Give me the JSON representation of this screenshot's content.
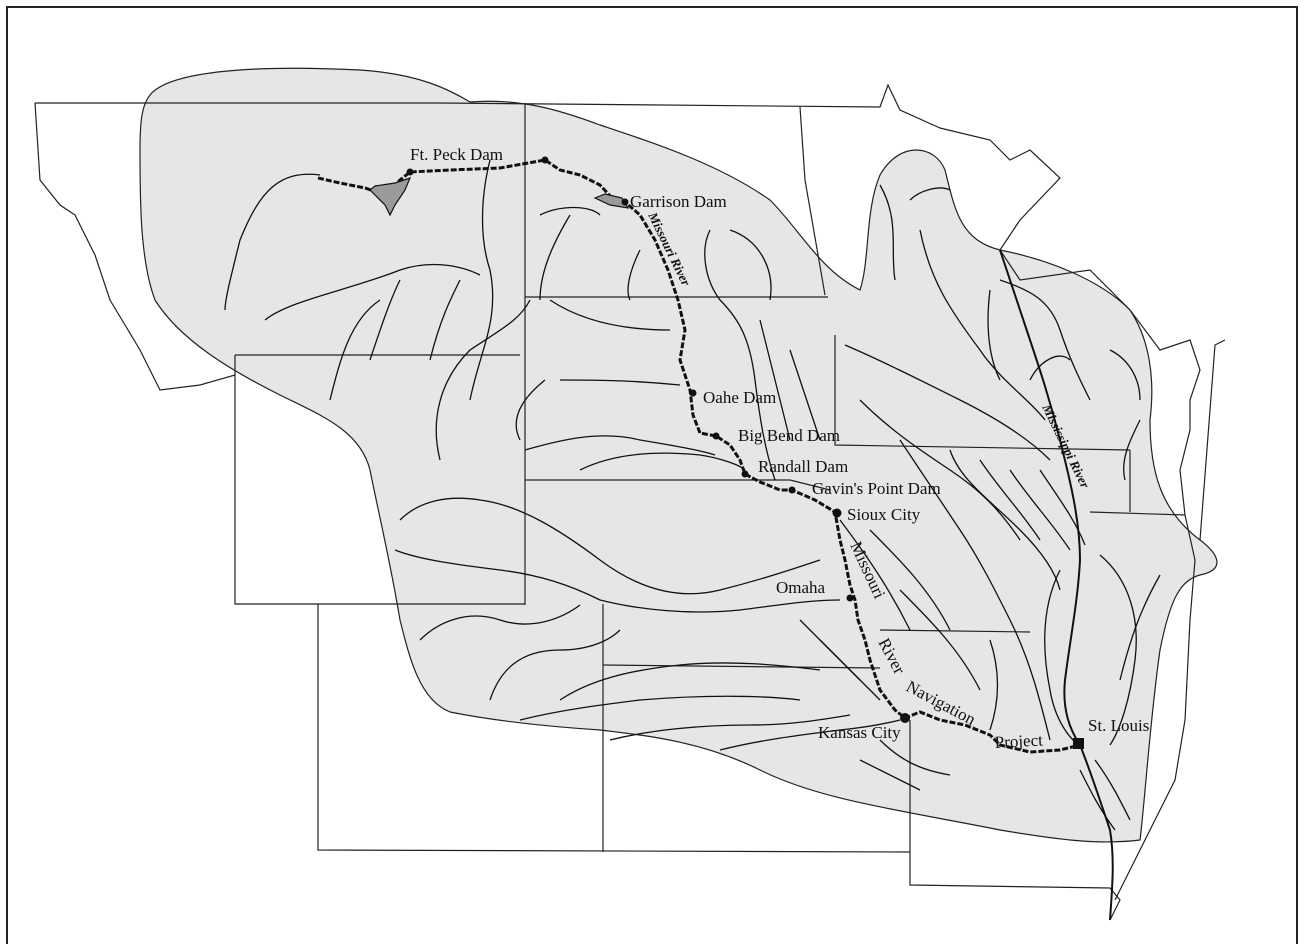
{
  "map": {
    "colors": {
      "basin_fill": "#e6e6e6",
      "boundary": "#222222",
      "river": "#111111",
      "background": "#ffffff"
    },
    "places": {
      "ft_peck_dam": "Ft. Peck Dam",
      "garrison_dam": "Garrison Dam",
      "oahe_dam": "Oahe Dam",
      "big_bend_dam": "Big Bend Dam",
      "randall_dam": "Randall Dam",
      "gavins_point_dam": "Gavin's Point Dam",
      "sioux_city": "Sioux City",
      "omaha": "Omaha",
      "kansas_city": "Kansas City",
      "st_louis": "St. Louis"
    },
    "rivers": {
      "missouri_upper": "Missouri River",
      "missouri_lower": "Missouri",
      "mississippi": "Mississippi River"
    },
    "navigation_project": [
      "River",
      "Navigation",
      "Project"
    ]
  }
}
